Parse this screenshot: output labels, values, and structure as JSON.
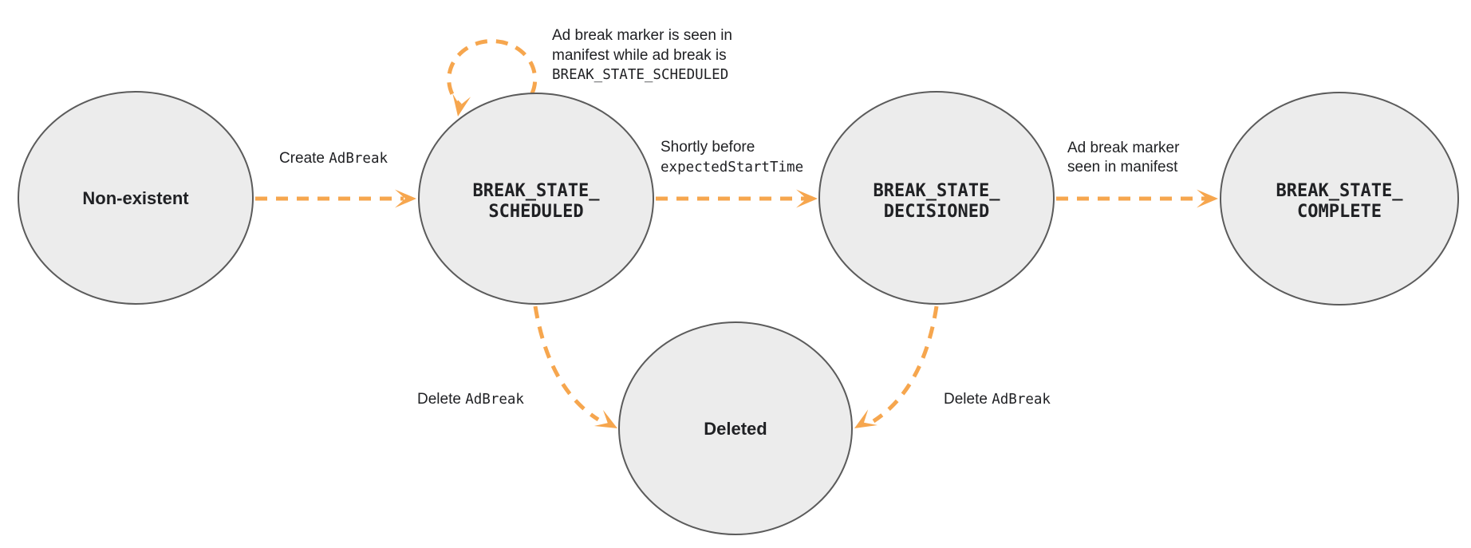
{
  "colors": {
    "arrow": "#F6A64E",
    "node_fill": "#ECECEC",
    "node_border": "#5B5B5B",
    "text": "#202124"
  },
  "nodes": {
    "non_existent": {
      "label": "Non-existent"
    },
    "scheduled": {
      "line1": "BREAK_STATE_",
      "line2": "SCHEDULED"
    },
    "decisioned": {
      "line1": "BREAK_STATE_",
      "line2": "DECISIONED"
    },
    "complete": {
      "line1": "BREAK_STATE_",
      "line2": "COMPLETE"
    },
    "deleted": {
      "label": "Deleted"
    }
  },
  "edges": {
    "create": {
      "text": "Create ",
      "code": "AdBreak"
    },
    "self_loop": {
      "line1": "Ad break marker is seen in",
      "line2": "manifest while ad break is",
      "line3_code": "BREAK_STATE_SCHEDULED"
    },
    "to_decisioned": {
      "line1": "Shortly before",
      "line2_code": "expectedStartTime"
    },
    "to_complete": {
      "line1": "Ad break marker",
      "line2": "seen in manifest"
    },
    "delete_from_scheduled": {
      "text": "Delete ",
      "code": "AdBreak"
    },
    "delete_from_decisioned": {
      "text": "Delete ",
      "code": "AdBreak"
    }
  }
}
